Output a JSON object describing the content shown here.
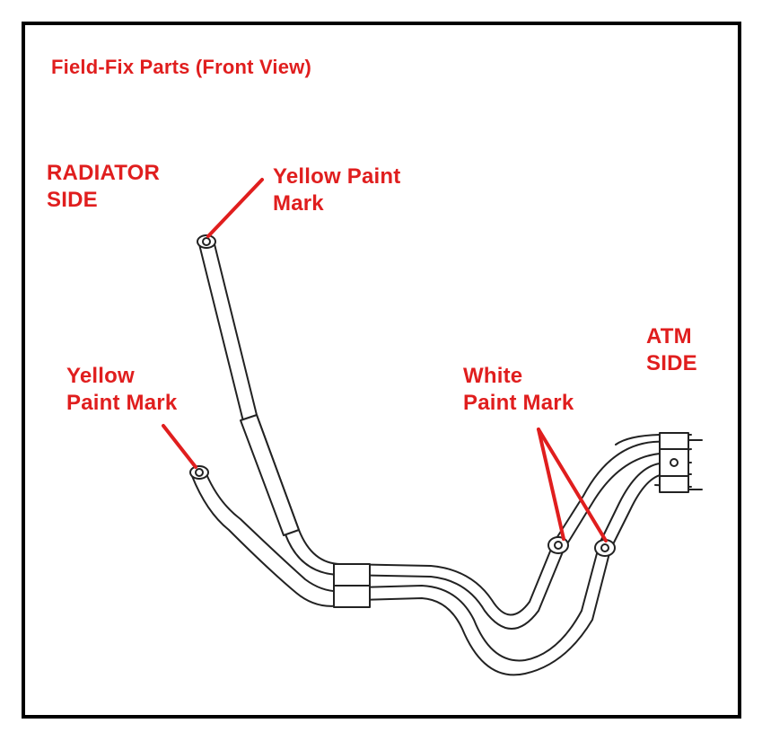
{
  "title": "Field-Fix Parts (Front View)",
  "labels": {
    "radiator_side": [
      "RADIATOR",
      "SIDE"
    ],
    "atm_side": [
      "ATM",
      "SIDE"
    ],
    "yellow_mark_top": [
      "Yellow Paint",
      "Mark"
    ],
    "yellow_mark_left": [
      "Yellow",
      "Paint Mark"
    ],
    "white_mark": [
      "White",
      "Paint Mark"
    ]
  },
  "colors": {
    "label": "#e01e1e",
    "pointer": "#e01e1e",
    "line": "#222222",
    "frame": "#000000"
  }
}
